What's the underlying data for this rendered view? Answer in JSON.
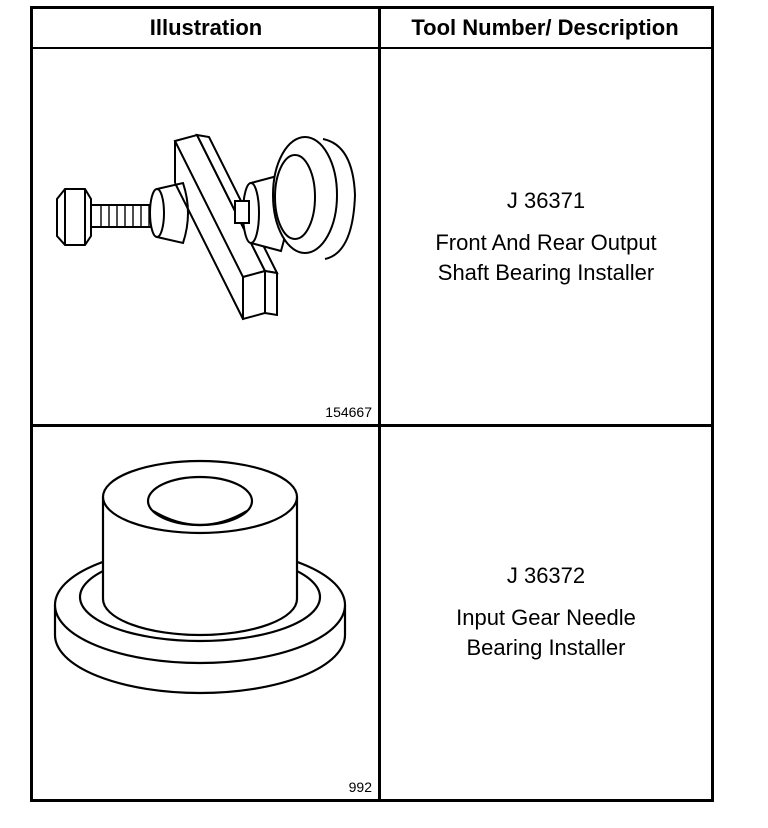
{
  "header": {
    "illustration": "Illustration",
    "tool_number_description": "Tool Number/ Description"
  },
  "rows": [
    {
      "figure_number": "154667",
      "tool_number": "J 36371",
      "description": "Front And Rear Output\nShaft Bearing Installer"
    },
    {
      "figure_number": "992",
      "tool_number": "J 36372",
      "description": "Input Gear Needle\nBearing Installer"
    }
  ]
}
